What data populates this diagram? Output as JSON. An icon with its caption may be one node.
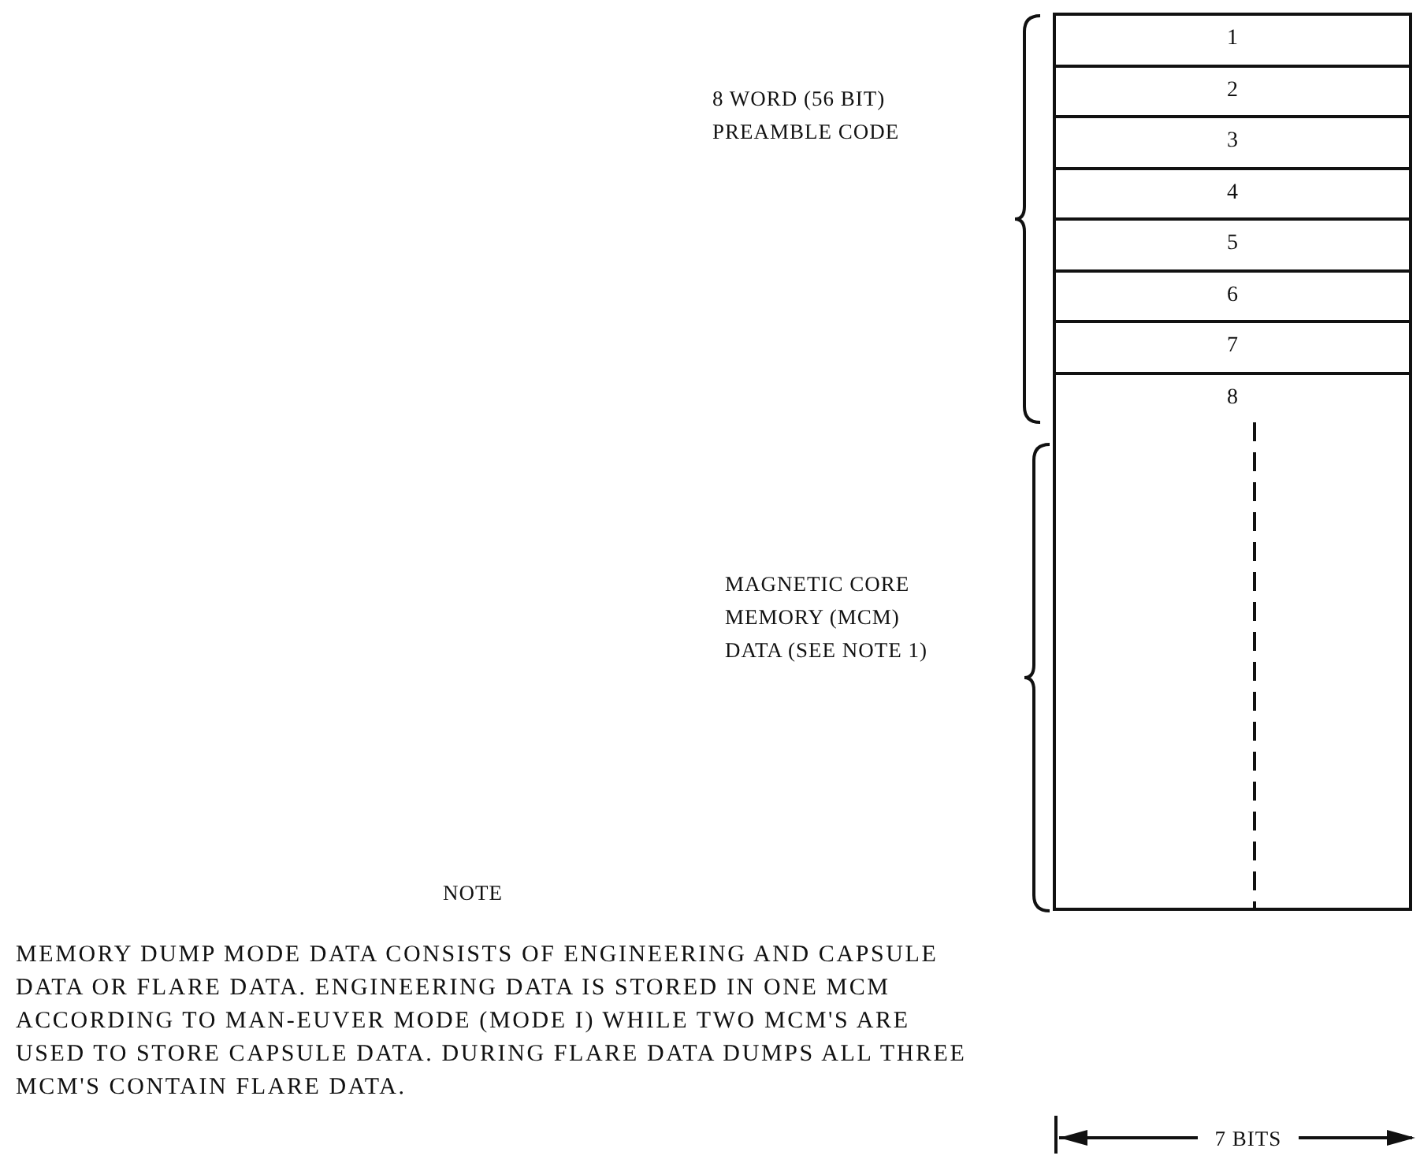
{
  "diagram": {
    "nodes": [
      {
        "text": [
          "1"
        ]
      },
      {
        "text": [
          "2"
        ]
      },
      {
        "text": [
          "3"
        ]
      },
      {
        "text": [
          "4"
        ]
      },
      {
        "text": [
          "5"
        ]
      },
      {
        "text": [
          "6"
        ]
      },
      {
        "text": [
          "7"
        ]
      },
      {
        "text": [
          "8"
        ]
      },
      {
        "text": [],
        "shape": "box"
      }
    ],
    "edges": [],
    "labels": [
      "8 WORD (56 BIT) PREAMBLE CODE",
      "MAGNETIC CORE MEMORY (MCM) DATA (SEE NOTE 1)",
      "NOTE",
      "MEMORY DUMP MODE DATA CONSISTS OF ENGINEERING AND CAPSULE DATA OR FLARE DATA.  ENGINEERING DATA IS STORED IN ONE MCM ACCORDING TO MAN-EUVER MODE (MODE I) WHILE TWO MCM'S ARE USED TO STORE CAPSULE DATA.  DURING FLARE DATA DUMPS ALL THREE MCM'S CONTAIN FLARE DATA.",
      "7 BITS"
    ]
  }
}
